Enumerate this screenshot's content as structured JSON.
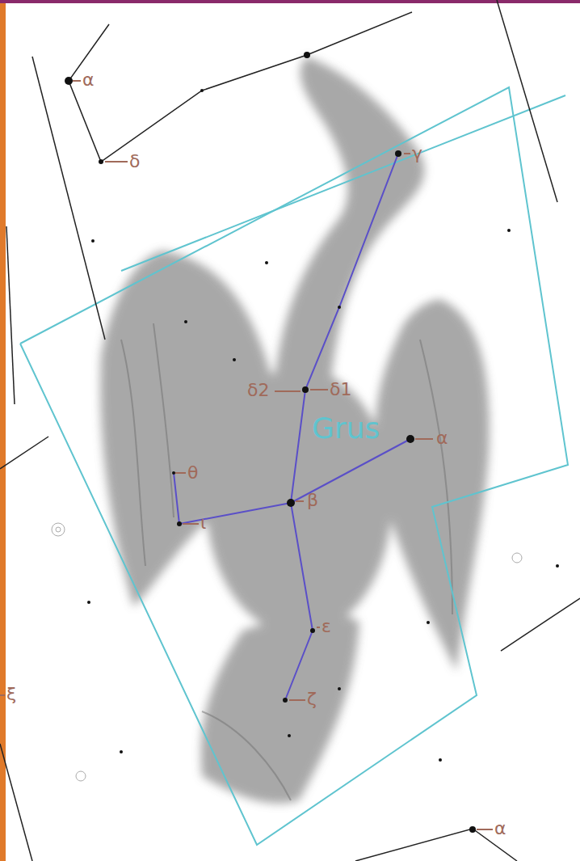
{
  "diagram": {
    "labels": [
      "α",
      "δ",
      "γ",
      "δ2",
      "δ1",
      "Grus",
      "α",
      "θ",
      "β",
      "ι",
      "ε",
      "ζ",
      "ξ",
      "α"
    ]
  }
}
